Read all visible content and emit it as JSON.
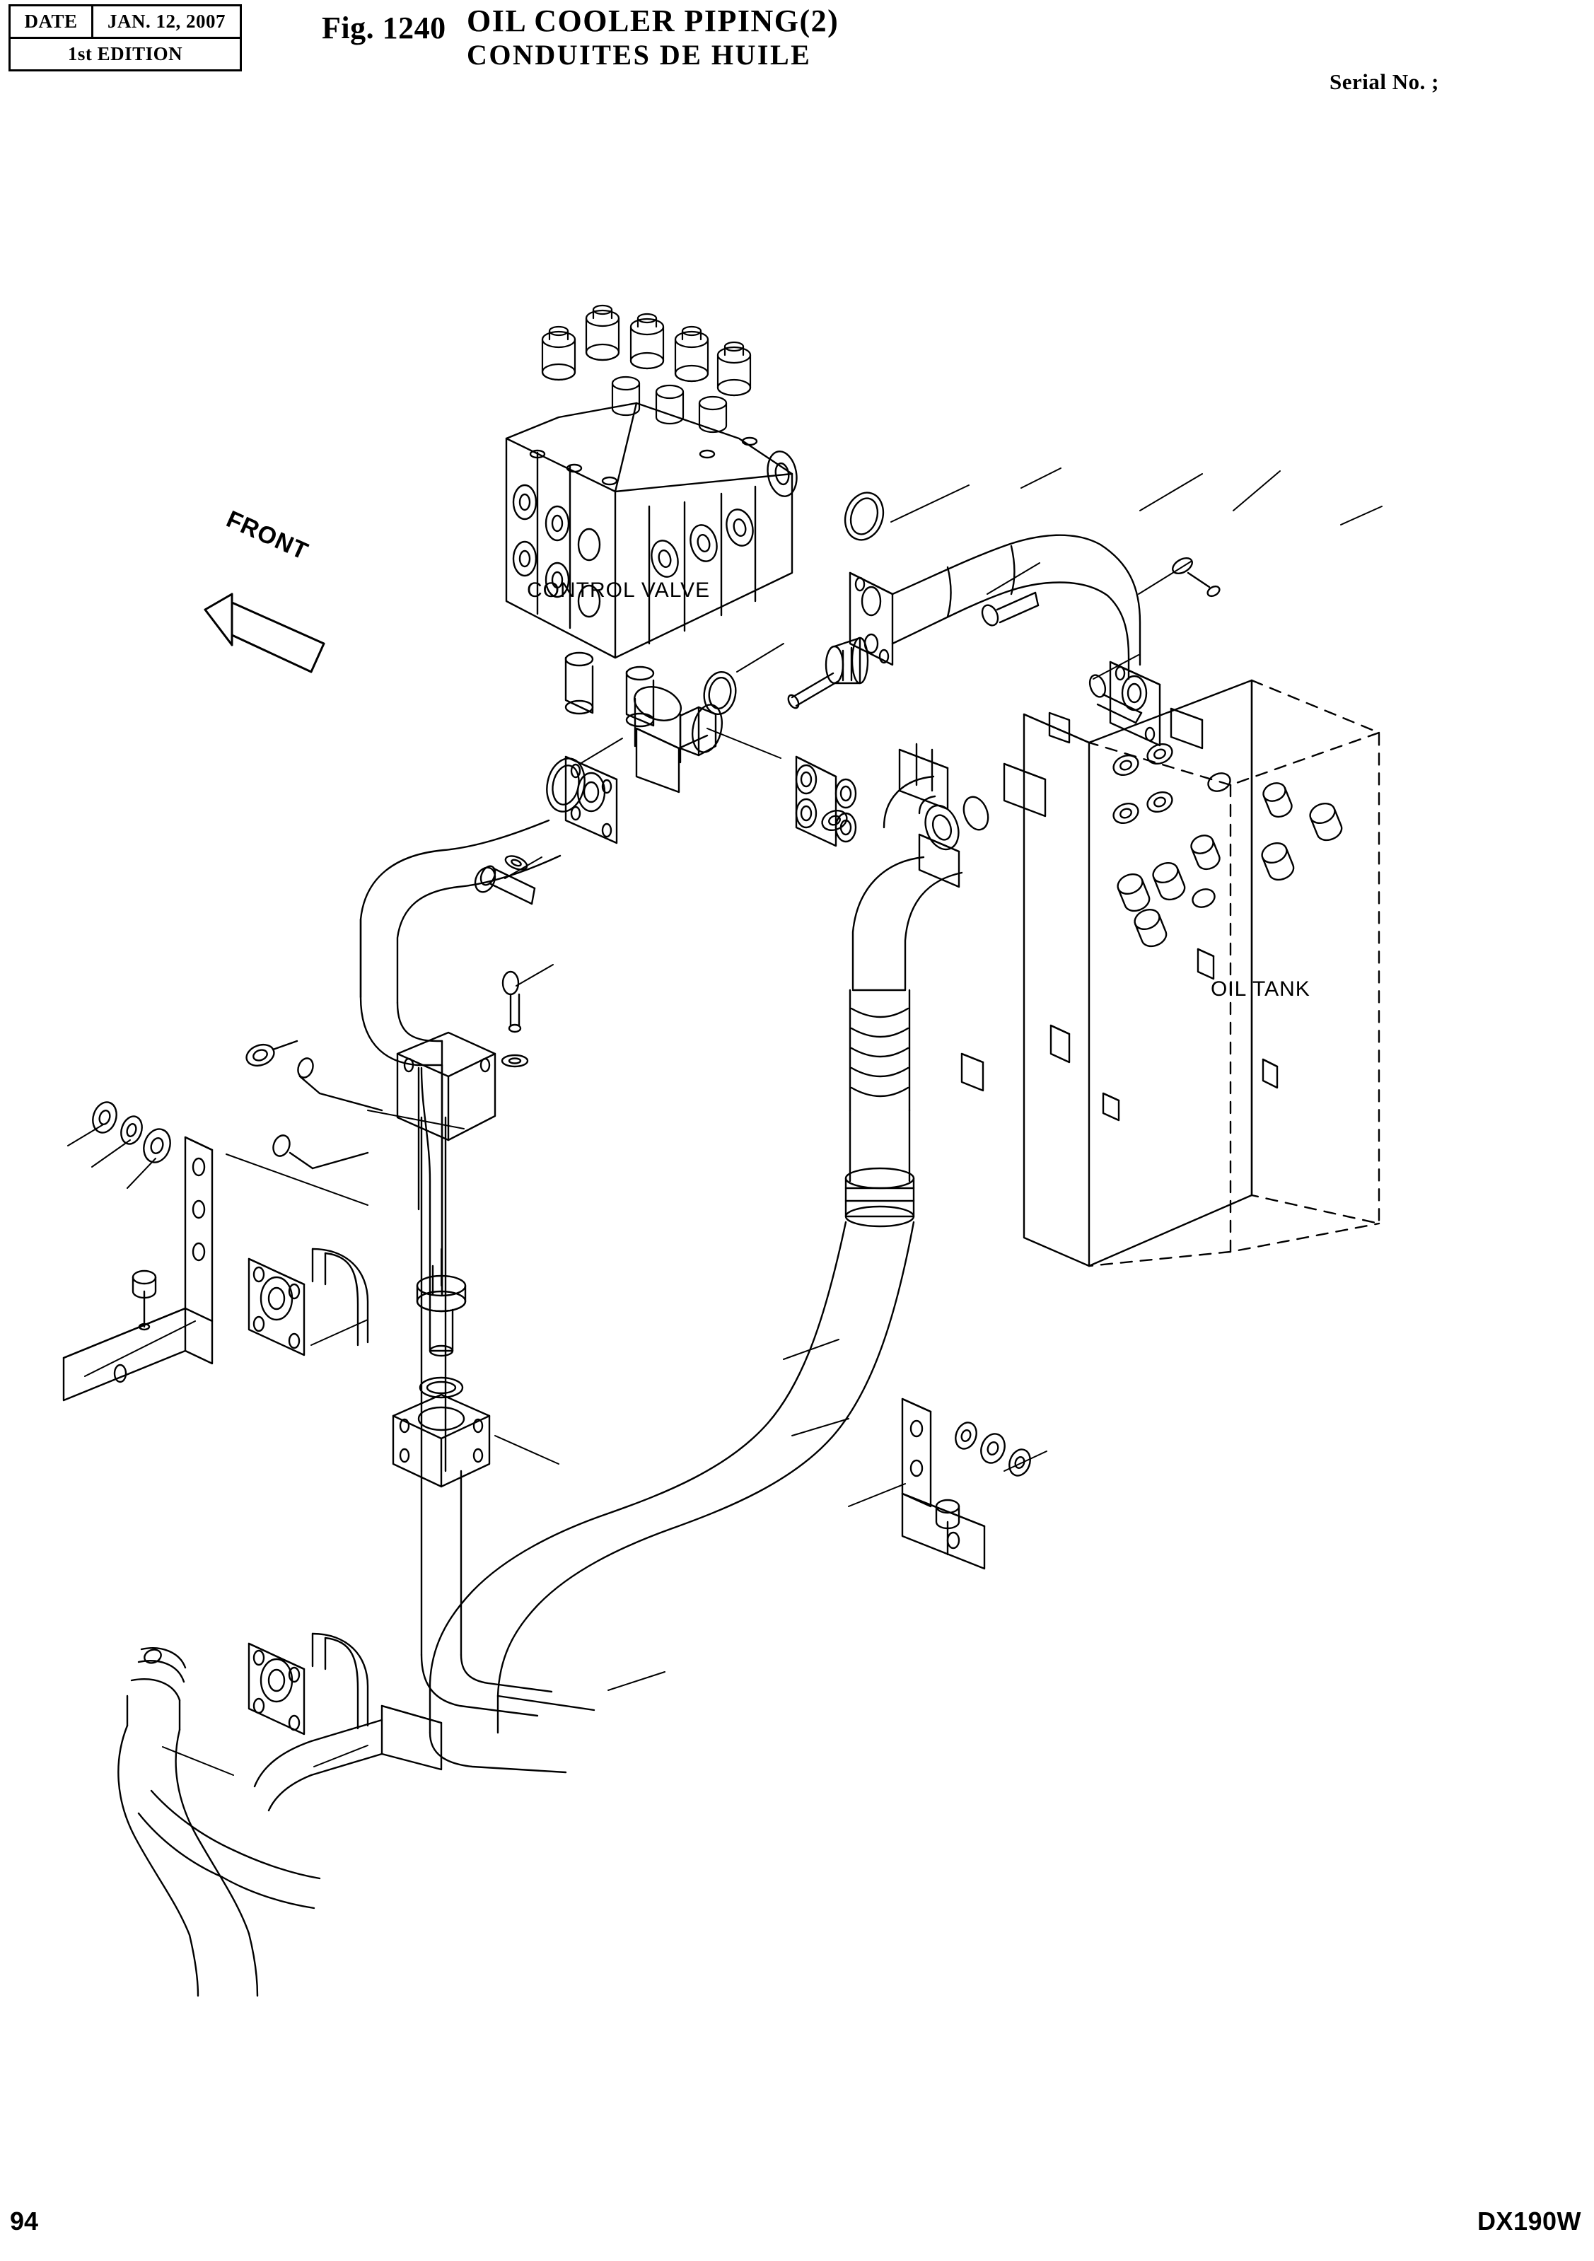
{
  "header": {
    "date_label": "DATE",
    "date_value": "JAN. 12, 2007",
    "edition": "1st EDITION",
    "figure_no": "Fig. 1240",
    "title_en": "OIL COOLER PIPING(2)",
    "title_fr": "CONDUITES DE HUILE",
    "serial_no": "Serial No. ;"
  },
  "diagram": {
    "front_arrow_label": "FRONT",
    "labels": [
      {
        "id": "control-valve",
        "text": "CONTROL VALVE"
      },
      {
        "id": "oil-tank",
        "text": "OIL TANK"
      }
    ]
  },
  "footer": {
    "page_number": "94",
    "model_code": "DX190W"
  },
  "colors": {
    "ink": "#000000",
    "paper": "#ffffff"
  }
}
